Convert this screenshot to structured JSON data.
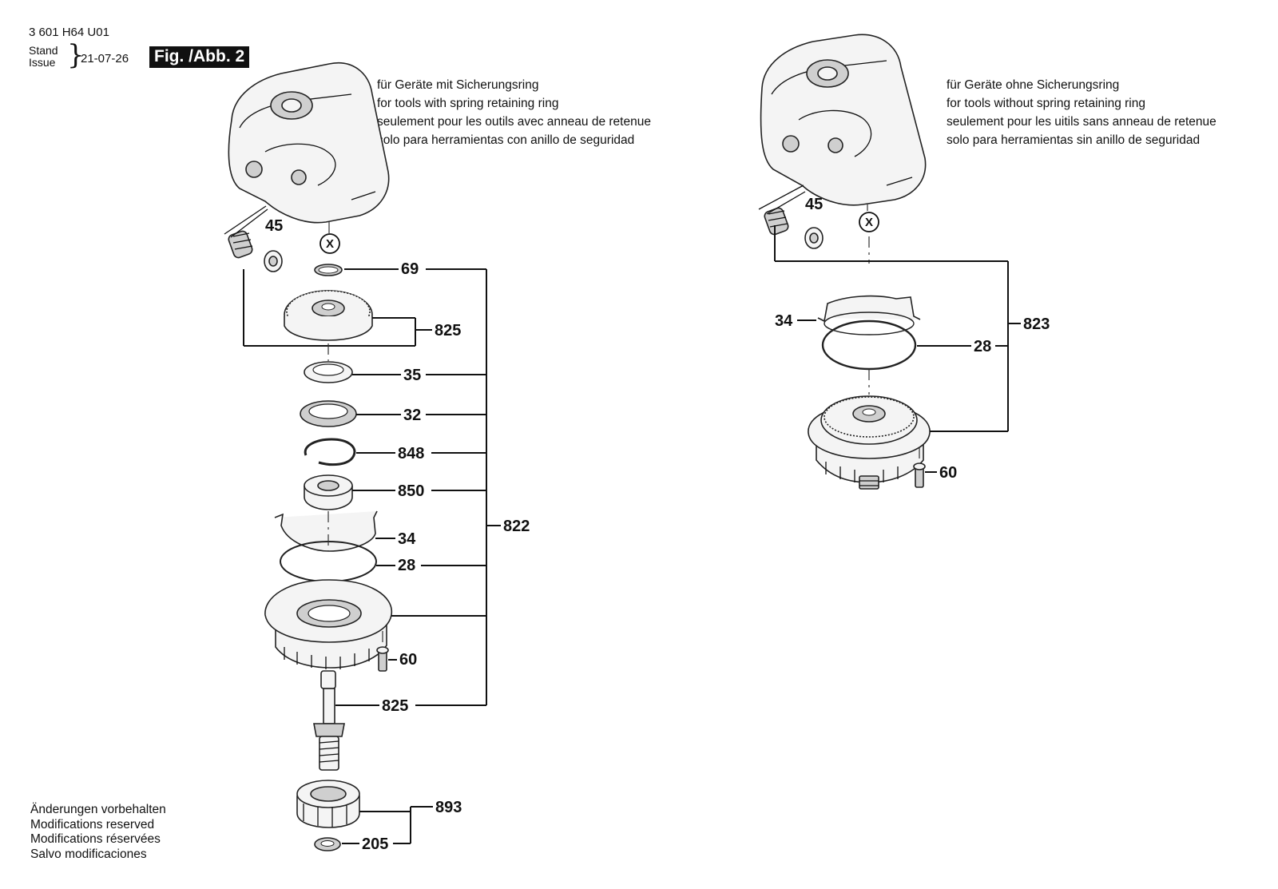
{
  "header": {
    "part_number": "3 601 H64 U01",
    "stand_label": "Stand",
    "issue_label": "Issue",
    "date": "21-07-26",
    "figure_label": "Fig. /Abb. 2"
  },
  "notes": {
    "left": [
      "für Geräte mit Sicherungsring",
      "for tools with spring retaining ring",
      "seulement pour les outils avec anneau de retenue",
      "solo para herramientas con anillo de seguridad"
    ],
    "right": [
      "für Geräte ohne Sicherungsring",
      "for tools without spring retaining ring",
      "seulement pour les uitils sans anneau de retenue",
      "solo para herramientas sin anillo de seguridad"
    ]
  },
  "modifications": [
    "Änderungen vorbehalten",
    "Modifications reserved",
    "Modifications réservées",
    "Salvo modificaciones"
  ],
  "left_assembly": {
    "x_marker": "X",
    "labels": {
      "p45": "45",
      "p69": "69",
      "p825a": "825",
      "p35": "35",
      "p32": "32",
      "p848": "848",
      "p850": "850",
      "p34": "34",
      "p28": "28",
      "p60": "60",
      "p825b": "825",
      "p822": "822",
      "p893": "893",
      "p205": "205"
    }
  },
  "right_assembly": {
    "x_marker": "X",
    "labels": {
      "p45": "45",
      "p34": "34",
      "p28": "28",
      "p823": "823",
      "p60": "60"
    }
  }
}
